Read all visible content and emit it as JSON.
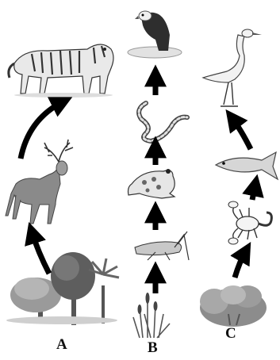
{
  "chains": [
    {
      "label": "A",
      "organisms": [
        {
          "name": "trees",
          "icon": "trees-icon"
        },
        {
          "name": "deer",
          "icon": "deer-icon"
        },
        {
          "name": "tiger",
          "icon": "tiger-icon"
        }
      ]
    },
    {
      "label": "B",
      "organisms": [
        {
          "name": "grass",
          "icon": "grass-icon"
        },
        {
          "name": "grasshopper",
          "icon": "grasshopper-icon"
        },
        {
          "name": "frog",
          "icon": "frog-icon"
        },
        {
          "name": "snake",
          "icon": "snake-icon"
        },
        {
          "name": "vulture",
          "icon": "vulture-icon"
        }
      ]
    },
    {
      "label": "C",
      "organisms": [
        {
          "name": "shrub",
          "icon": "shrub-icon"
        },
        {
          "name": "scorpion",
          "icon": "scorpion-icon"
        },
        {
          "name": "fish",
          "icon": "fish-icon"
        },
        {
          "name": "heron",
          "icon": "heron-icon"
        }
      ]
    }
  ],
  "colors": {
    "arrow": "#000000",
    "ink": "#222222",
    "foliage": "#7d7d7d",
    "light": "#d9d9d9"
  }
}
